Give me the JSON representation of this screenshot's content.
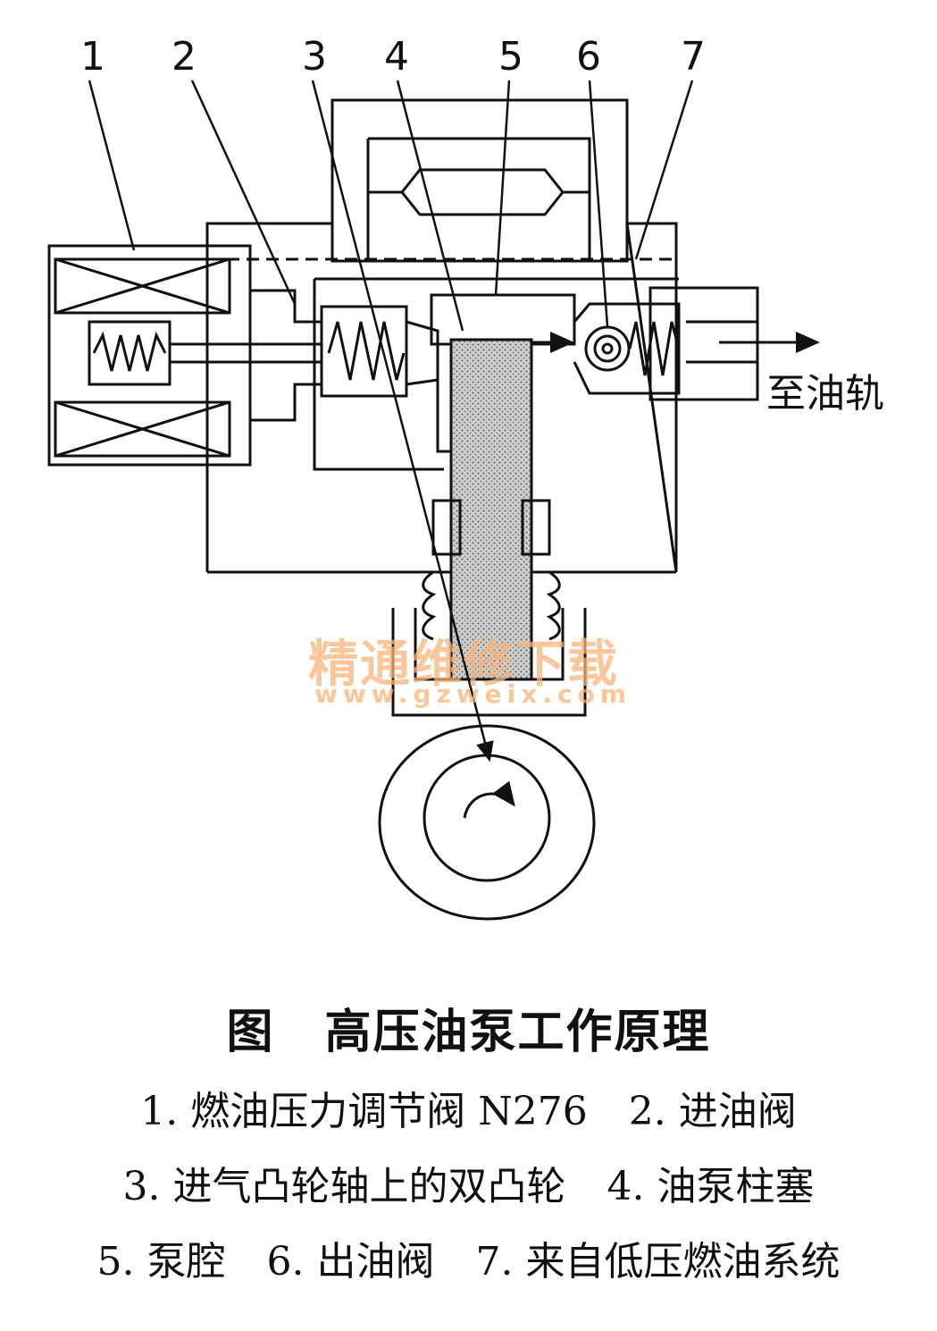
{
  "callouts": [
    "1",
    "2",
    "3",
    "4",
    "5",
    "6",
    "7"
  ],
  "outlet_label": "至油轨",
  "watermark": {
    "line1": "精通维修下载",
    "line2": "www.gzweix.com"
  },
  "caption": {
    "prefix": "图",
    "title": "高压油泵工作原理"
  },
  "legend": {
    "line1": [
      "1. 燃油压力调节阀 N276",
      "2. 进油阀"
    ],
    "line2": [
      "3. 进气凸轮轴上的双凸轮",
      "4. 油泵柱塞"
    ],
    "line3": [
      "5. 泵腔",
      "6. 出油阀",
      "7. 来自低压燃油系统"
    ]
  }
}
